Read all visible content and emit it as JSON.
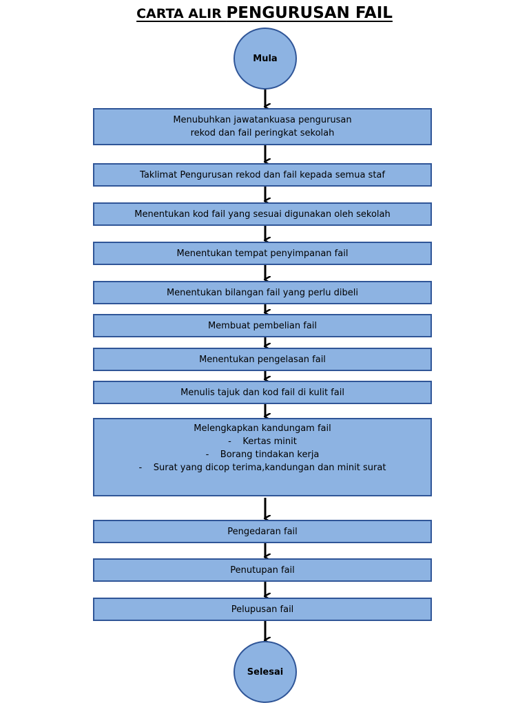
{
  "title": {
    "part1": "CARTA ALIR ",
    "part2": "PENGURUSAN FAIL"
  },
  "colors": {
    "fill": "#8db3e2",
    "border": "#2f5597",
    "arrow": "#000000"
  },
  "start": "Mula",
  "steps": [
    {
      "lines": [
        "Menubuhkan jawatankuasa pengurusan",
        "rekod dan fail peringkat sekolah"
      ]
    },
    {
      "lines": [
        "Taklimat Pengurusan rekod dan fail kepada semua staf"
      ]
    },
    {
      "lines": [
        "Menentukan kod fail yang sesuai digunakan oleh sekolah"
      ]
    },
    {
      "lines": [
        "Menentukan tempat penyimpanan fail"
      ]
    },
    {
      "lines": [
        "Menentukan bilangan fail yang perlu dibeli"
      ]
    },
    {
      "lines": [
        "Membuat pembelian fail"
      ]
    },
    {
      "lines": [
        "Menentukan pengelasan fail"
      ]
    },
    {
      "lines": [
        "Menulis tajuk dan kod fail di kulit fail"
      ]
    },
    {
      "lines": [
        "Melengkapkan kandungam fail",
        "-    Kertas minit",
        "-    Borang tindakan kerja",
        "-    Surat yang dicop terima,kandungan dan minit surat"
      ]
    },
    {
      "lines": [
        "Pengedaran fail"
      ]
    },
    {
      "lines": [
        "Penutupan fail"
      ]
    },
    {
      "lines": [
        "Pelupusan fail"
      ]
    }
  ],
  "end": "Selesai"
}
